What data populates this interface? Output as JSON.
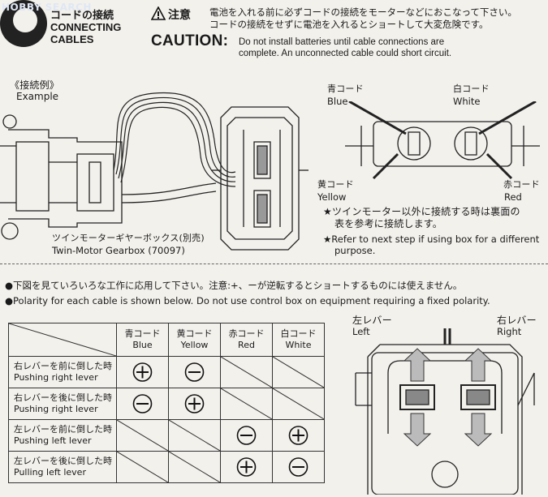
{
  "header": {
    "watermark": "HOBBY SEARCH",
    "section_title_jp": "コードの接続",
    "section_title_en_1": "CONNECTING",
    "section_title_en_2": "CABLES"
  },
  "caution": {
    "jp_title": "注意",
    "jp_line1": "電池を入れる前に必ずコードの接続をモーターなどにおこなって下さい。",
    "jp_line2": "コードの接続をせずに電池を入れるとショートして大変危険です。",
    "en_title": "CAUTION:",
    "en_line1": "Do not install batteries until cable connections are",
    "en_line2": "complete. An unconnected cable could short circuit."
  },
  "example": {
    "label_jp": "《接続例》",
    "label_en": "Example",
    "gearbox_jp": "ツインモーターギヤーボックス(別売)",
    "gearbox_en": "Twin-Motor Gearbox (70097)"
  },
  "wires": {
    "blue_jp": "青コード",
    "blue_en": "Blue",
    "white_jp": "白コード",
    "white_en": "White",
    "yellow_jp": "黄コード",
    "yellow_en": "Yellow",
    "red_jp": "赤コード",
    "red_en": "Red"
  },
  "refer": {
    "jp_line1": "★ツインモーター以外に接続する時は裏面の",
    "jp_line2": "表を参考に接続します。",
    "en_line1": "★Refer to next step if using box for a different",
    "en_line2": "purpose."
  },
  "polarity_note": {
    "jp": "●下図を見ていろいろな工作に応用して下さい。注意:+、ーが逆転するとショートするものには使えません。",
    "en": "●Polarity for each cable is shown below. Do not use control box on equipment requiring a fixed polarity."
  },
  "table": {
    "columns": [
      {
        "jp": "青コード",
        "en": "Blue"
      },
      {
        "jp": "黄コード",
        "en": "Yellow"
      },
      {
        "jp": "赤コード",
        "en": "Red"
      },
      {
        "jp": "白コード",
        "en": "White"
      }
    ],
    "rows": [
      {
        "jp": "右レバーを前に倒した時",
        "en": "Pushing right lever",
        "cells": [
          "+",
          "-",
          "/",
          "/"
        ]
      },
      {
        "jp": "右レバーを後に倒した時",
        "en": "Pushing right lever",
        "cells": [
          "-",
          "+",
          "/",
          "/"
        ]
      },
      {
        "jp": "左レバーを前に倒した時",
        "en": "Pushing left lever",
        "cells": [
          "/",
          "/",
          "-",
          "+"
        ]
      },
      {
        "jp": "左レバーを後に倒した時",
        "en": "Pulling left lever",
        "cells": [
          "/",
          "/",
          "+",
          "-"
        ]
      }
    ]
  },
  "levers": {
    "left_jp": "左レバー",
    "left_en": "Left",
    "right_jp": "右レバー",
    "right_en": "Right"
  }
}
